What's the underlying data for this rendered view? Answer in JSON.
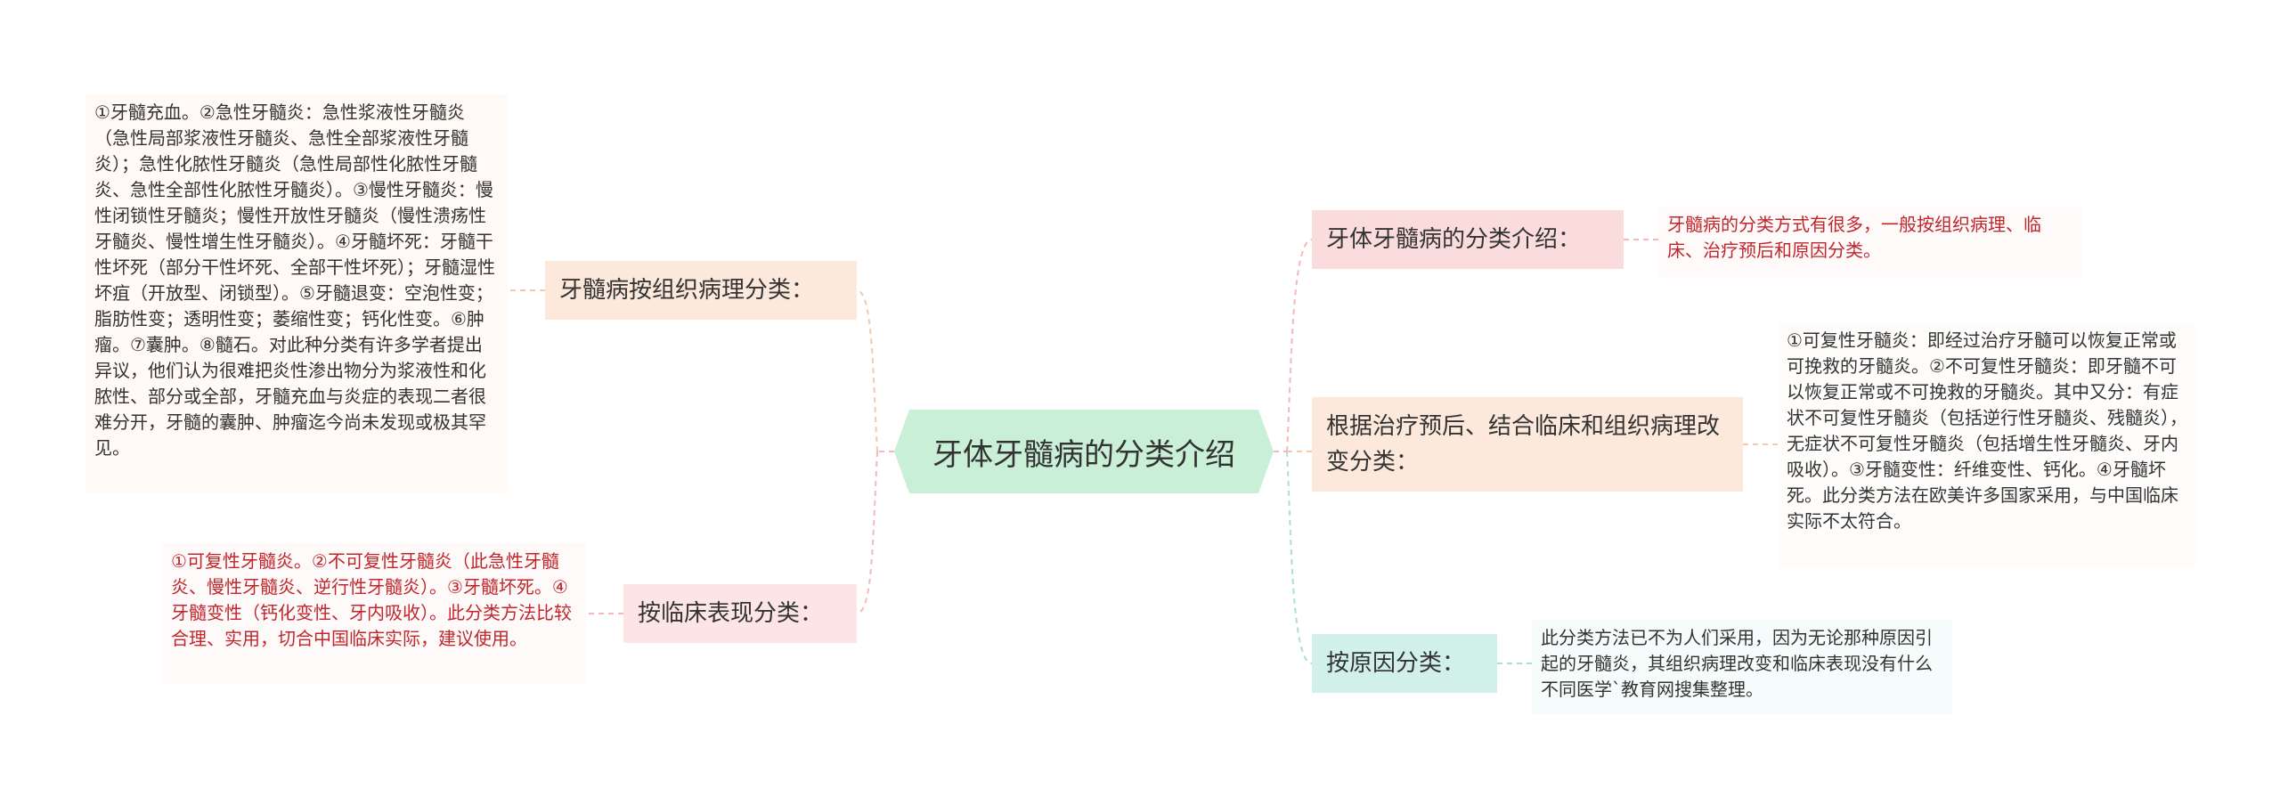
{
  "mindmap": {
    "root": "牙体牙髓病的分类介绍",
    "right": [
      {
        "topic": "牙体牙髓病的分类介绍：",
        "detail": "牙髓病的分类方式有很多，一般按组织病理、临床、治疗预后和原因分类。"
      },
      {
        "topic": "根据治疗预后、结合临床和组织病理改变分类：",
        "detail": "①可复性牙髓炎：即经过治疗牙髓可以恢复正常或可挽救的牙髓炎。②不可复性牙髓炎：即牙髓不可以恢复正常或不可挽救的牙髓炎。其中又分：有症状不可复性牙髓炎（包括逆行性牙髓炎、残髓炎），无症状不可复性牙髓炎（包括增生性牙髓炎、牙内吸收）。③牙髓变性：纤维变性、钙化。④牙髓坏死。此分类方法在欧美许多国家采用，与中国临床实际不太符合。"
      },
      {
        "topic": "按原因分类：",
        "detail": "此分类方法已不为人们采用，因为无论那种原因引起的牙髓炎，其组织病理改变和临床表现没有什么不同医学`教育网搜集整理。"
      }
    ],
    "left": [
      {
        "topic": "牙髓病按组织病理分类：",
        "detail": "①牙髓充血。②急性牙髓炎：急性浆液性牙髓炎（急性局部浆液性牙髓炎、急性全部浆液性牙髓炎）；急性化脓性牙髓炎（急性局部性化脓性牙髓炎、急性全部性化脓性牙髓炎）。③慢性牙髓炎：慢性闭锁性牙髓炎；慢性开放性牙髓炎（慢性溃疡性牙髓炎、慢性增生性牙髓炎）。④牙髓坏死：牙髓干性坏死（部分干性坏死、全部干性坏死）；牙髓湿性坏疽（开放型、闭锁型）。⑤牙髓退变：空泡性变；脂肪性变；透明性变；萎缩性变；钙化性变。⑥肿瘤。⑦囊肿。⑧髓石。对此种分类有许多学者提出异议，他们认为很难把炎性渗出物分为浆液性和化脓性、部分或全部，牙髓充血与炎症的表现二者很难分开，牙髓的囊肿、肿瘤迄今尚未发现或极其罕见。"
      },
      {
        "topic": "按临床表现分类：",
        "detail": "①可复性牙髓炎。②不可复性牙髓炎（此急性牙髓炎、慢性牙髓炎、逆行性牙髓炎）。③牙髓坏死。④牙髓变性（钙化变性、牙内吸收）。此分类方法比较合理、实用，切合中国临床实际，建议使用。"
      }
    ]
  },
  "colors": {
    "root_fill": "#c9efd6",
    "topic_pink": "#fbdcdc",
    "topic_peach": "#fde9dc",
    "topic_teal": "#d2f0ea",
    "detail_red_text": "#c0262b"
  }
}
